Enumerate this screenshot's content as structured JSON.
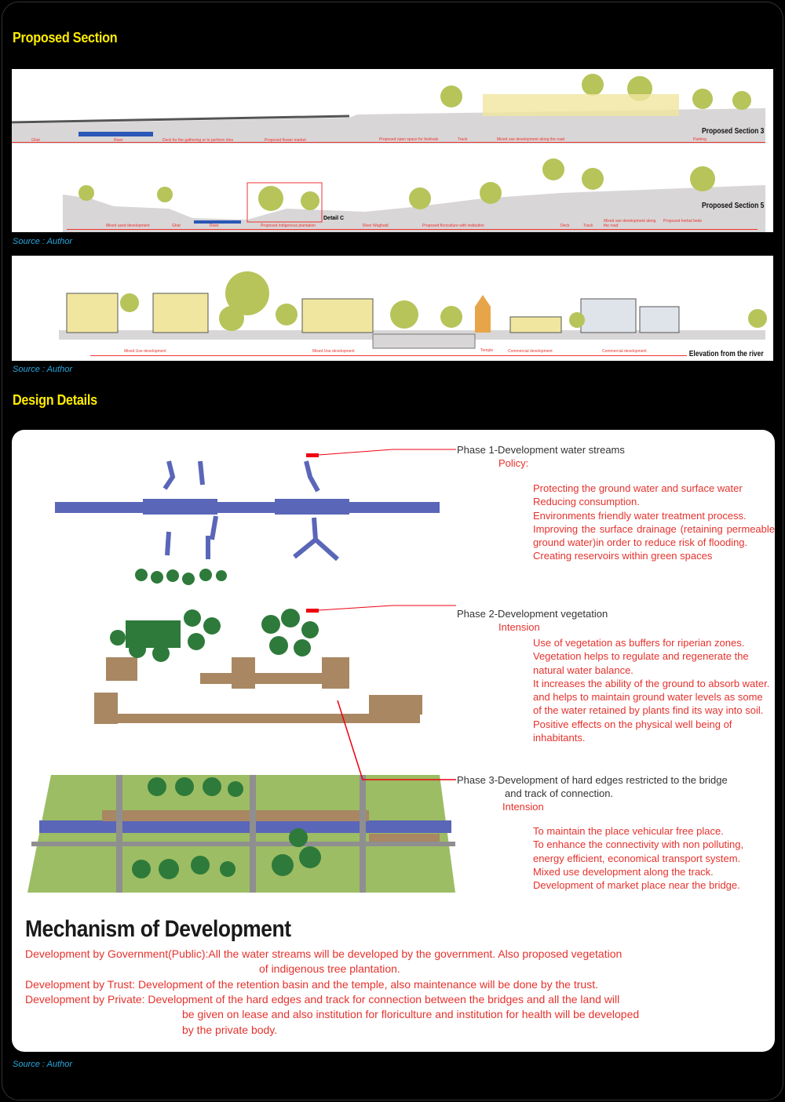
{
  "titles": {
    "proposed_section": "Proposed Section",
    "design_details": "Design Details"
  },
  "source": "Source : Author",
  "section3": {
    "name": "Proposed Section 3",
    "labels": [
      "Ghat",
      "River",
      "Deck for the gathering or to perform rites",
      "Proposed flower market",
      "Proposed open space for festivals",
      "Track",
      "Mixed use development along the road",
      "Parking"
    ]
  },
  "section5": {
    "name": "Proposed Section 5",
    "detail": "Detail C",
    "labels": [
      "Mixed used development",
      "Ghat",
      "River",
      "Proposed indigenous plantation",
      "River Waghadi",
      "Proposed floriculture with institution",
      "Deck",
      "Track",
      "Mixed use development along the road",
      "Proposed herbal beds"
    ]
  },
  "elevation": {
    "name": "Elevation from the river",
    "labels": [
      "Mixed Use development",
      "Mixed Use development",
      "Temple",
      "Commercial development",
      "Commercial development"
    ]
  },
  "phases": [
    {
      "title": "Phase 1-Development water streams",
      "sub": "Policy:",
      "items": [
        "Protecting the ground water and surface water",
        "Reducing consumption.",
        "Environments friendly water treatment process.",
        "Improving the surface drainage (retaining permeable ground water)in order to reduce risk of flooding.",
        "Creating reservoirs within green spaces"
      ]
    },
    {
      "title": "Phase 2-Development vegetation",
      "sub": "Intension",
      "items": [
        "Use of vegetation as buffers for riperian zones.",
        "Vegetation helps to regulate and regenerate the natural water balance.",
        "It increases the ability of the ground to absorb water. and helps to maintain ground water levels as some of the water retained by plants find its way into soil.",
        "Positive effects on the physical well being of inhabitants."
      ]
    },
    {
      "title": "Phase 3-Development of hard edges restricted to the bridge",
      "title2": "and track of connection.",
      "sub": "Intension",
      "items": [
        "To maintain the place vehicular free place.",
        "To enhance the connectivity with non polluting, energy efficient, economical transport system.",
        "Mixed use development along the track.",
        "Development of market place near the bridge."
      ]
    }
  ],
  "mechanism": {
    "title": "Mechanism of Development",
    "lines": [
      "Development by Government(Public):All the water streams will be developed by the government. Also proposed vegetation",
      "of indigenous tree plantation.",
      "Development by Trust: Development of the retention basin and the temple, also maintenance will be done by the trust.",
      "Development by Private: Development of the hard edges and track for connection between the bridges and all the land will",
      "be given on lease and also institution for floriculture and institution for health will be developed",
      "by the private body."
    ]
  }
}
